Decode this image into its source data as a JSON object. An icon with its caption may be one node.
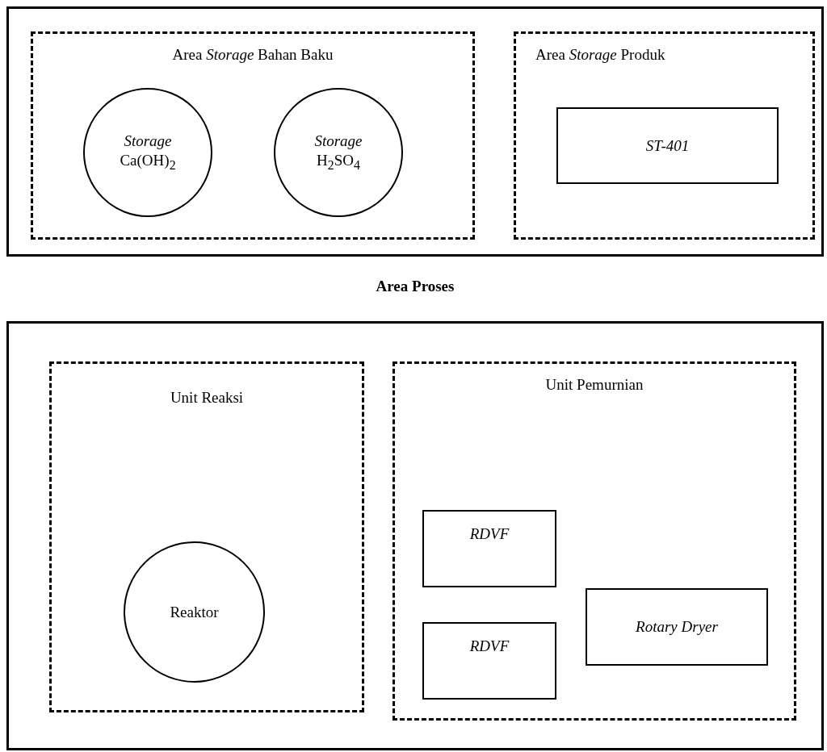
{
  "diagram": {
    "nodes": [
      {
        "text": [],
        "shape": "box"
      },
      {
        "text": [
          "Area *Storage* Bahan Baku"
        ],
        "in": 0
      },
      {
        "text": [
          "*Storage* Ca(OH)$_{2}$"
        ],
        "in": 1
      },
      {
        "text": [
          "*Storage* H$_{2}$SO$_{4}$"
        ],
        "in": 1
      },
      {
        "text": [
          "Area *Storage* Produk"
        ],
        "in": 0
      },
      {
        "text": [
          "ST-401"
        ],
        "in": 4
      },
      {
        "text": [
          "Area Proses"
        ]
      },
      {
        "text": [
          "Unit Reaksi"
        ],
        "in": 6
      },
      {
        "text": [
          "Reaktor"
        ],
        "in": 7
      },
      {
        "text": [
          "Unit Pemurnian"
        ],
        "in": 6
      },
      {
        "text": [
          "RDVF"
        ],
        "in": 9
      },
      {
        "text": [
          "RDVF"
        ],
        "in": 9
      },
      {
        "text": [
          "Rotary Dryer"
        ],
        "in": 9
      }
    ],
    "edges": []
  }
}
